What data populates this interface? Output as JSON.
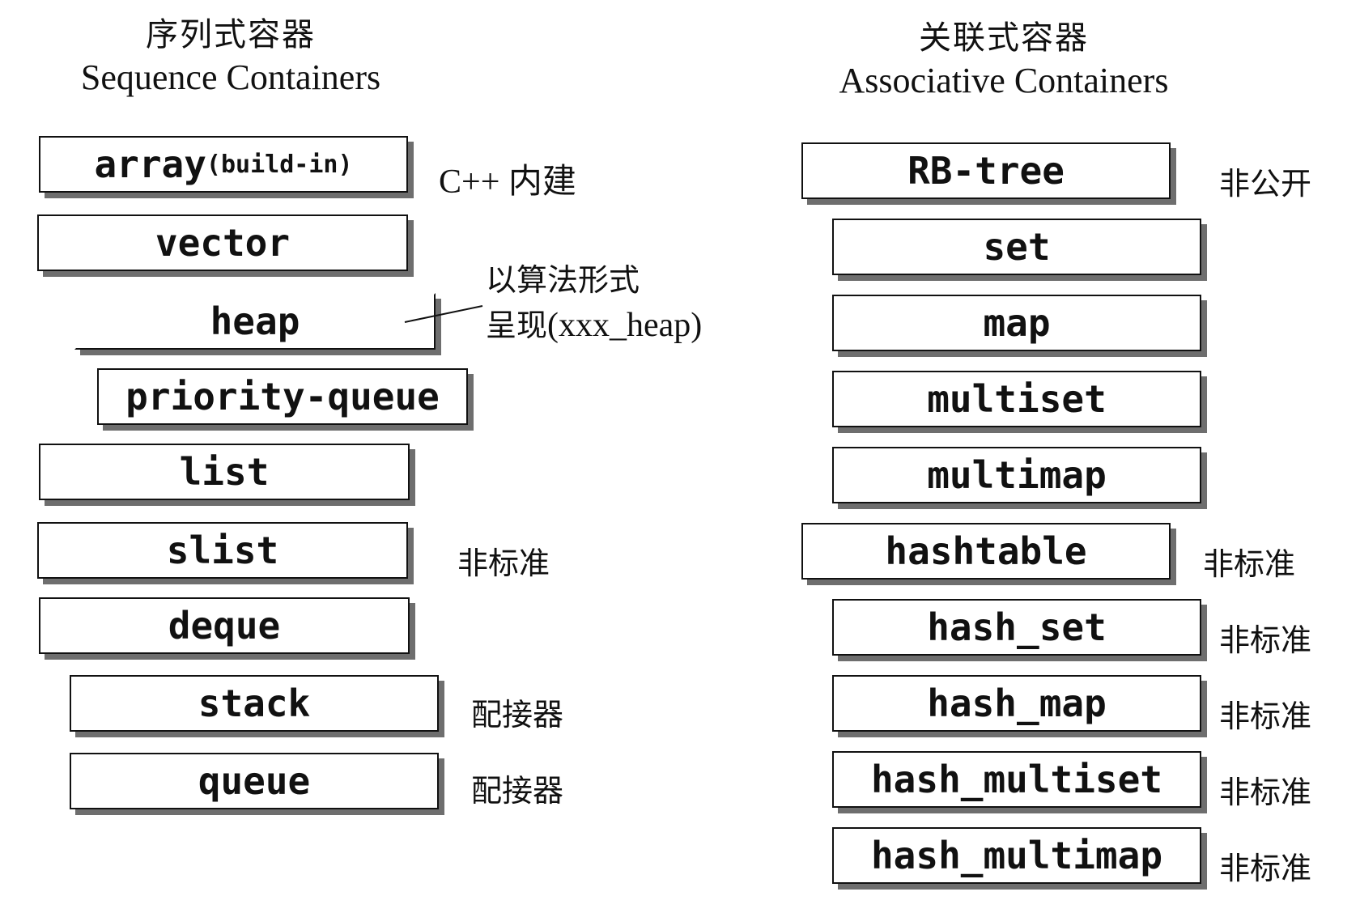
{
  "sequence": {
    "title_zh": "序列式容器",
    "title_en": "Sequence Containers",
    "items": [
      {
        "label": "array",
        "suffix": "(build-in)",
        "note": "C++ 内建"
      },
      {
        "label": "vector",
        "suffix": "",
        "note": ""
      },
      {
        "label": "heap",
        "suffix": "",
        "note": ""
      },
      {
        "label": "priority-queue",
        "suffix": "",
        "note": ""
      },
      {
        "label": "list",
        "suffix": "",
        "note": ""
      },
      {
        "label": "slist",
        "suffix": "",
        "note": "非标准"
      },
      {
        "label": "deque",
        "suffix": "",
        "note": ""
      },
      {
        "label": "stack",
        "suffix": "",
        "note": "配接器"
      },
      {
        "label": "queue",
        "suffix": "",
        "note": "配接器"
      }
    ],
    "heap_note_line1": "以算法形式",
    "heap_note_line2_zh": "呈现",
    "heap_note_line2_en": "(xxx_heap)"
  },
  "associative": {
    "title_zh": "关联式容器",
    "title_en": "Associative Containers",
    "items": [
      {
        "label": "RB-tree",
        "note": "非公开"
      },
      {
        "label": "set",
        "note": ""
      },
      {
        "label": "map",
        "note": ""
      },
      {
        "label": "multiset",
        "note": ""
      },
      {
        "label": "multimap",
        "note": ""
      },
      {
        "label": "hashtable",
        "note": "非标准"
      },
      {
        "label": "hash_set",
        "note": "非标准"
      },
      {
        "label": "hash_map",
        "note": "非标准"
      },
      {
        "label": "hash_multiset",
        "note": "非标准"
      },
      {
        "label": "hash_multimap",
        "note": "非标准"
      }
    ]
  }
}
